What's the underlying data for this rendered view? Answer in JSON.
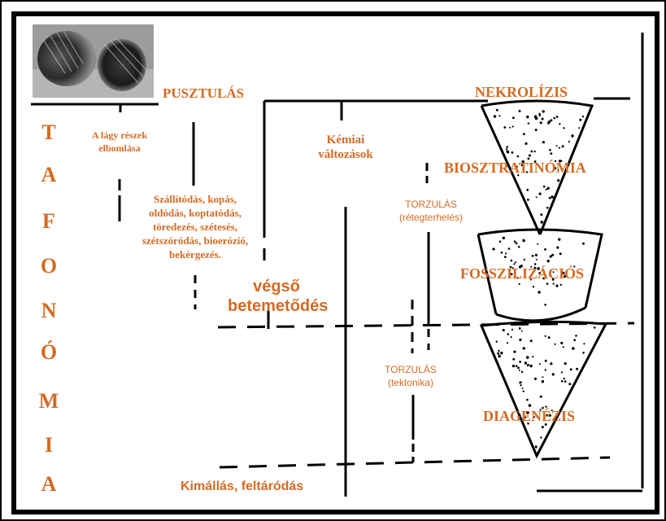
{
  "vertical_title_letters": [
    "T",
    "A",
    "F",
    "O",
    "N",
    "Ó",
    "M",
    "I",
    "A"
  ],
  "labels": {
    "pusztulas": "PUSZTULÁS",
    "nekrolizis": "NEKROLÍZIS",
    "biosztratinomia": "BIOSZTRATINÓMIA",
    "fosszilizacios": "FOSSZILIZÁCIÓS",
    "diagenezis": "DIAGENÉZIS",
    "lagy_reszek_line1": "A lágy részek",
    "lagy_reszek_line2": "elbomlása",
    "kemiai_line1": "Kémiai",
    "kemiai_line2": "változások",
    "szallitodas_line1": "Szállítódás, kopás,",
    "szallitodas_line2": "oldódás, koptatódás,",
    "szallitodas_line3": "töredezés, szétesés,",
    "szallitodas_line4": "szétszóródás, bioerózió,",
    "szallitodas_line5": "bekérgezés.",
    "torzulas_reteg_line1": "TORZULÁS",
    "torzulas_reteg_line2": "(rétegterhelés)",
    "torzulas_tekt_line1": "TORZULÁS",
    "torzulas_tekt_line2": "(tektonika)",
    "vegso_line1": "végső",
    "vegso_line2": "betemetődés",
    "kimallas": "Kimállás, feltáródás"
  },
  "colors": {
    "label": "#d56a22",
    "line": "#000000",
    "frame": "#000000"
  },
  "icons": {
    "photo": "fossil-photo"
  }
}
